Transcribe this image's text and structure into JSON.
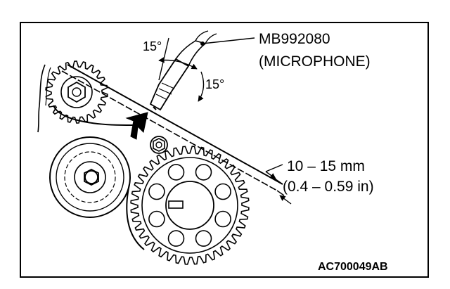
{
  "labels": {
    "tool_name": "MB992080",
    "tool_desc": "(MICROPHONE)",
    "angle_left": "15°",
    "angle_right": "15°",
    "distance_mm": "10 – 15 mm",
    "distance_in": "(0.4 – 0.59 in)",
    "figure_code": "AC700049AB"
  },
  "colors": {
    "line": "#000000",
    "background": "#ffffff"
  }
}
